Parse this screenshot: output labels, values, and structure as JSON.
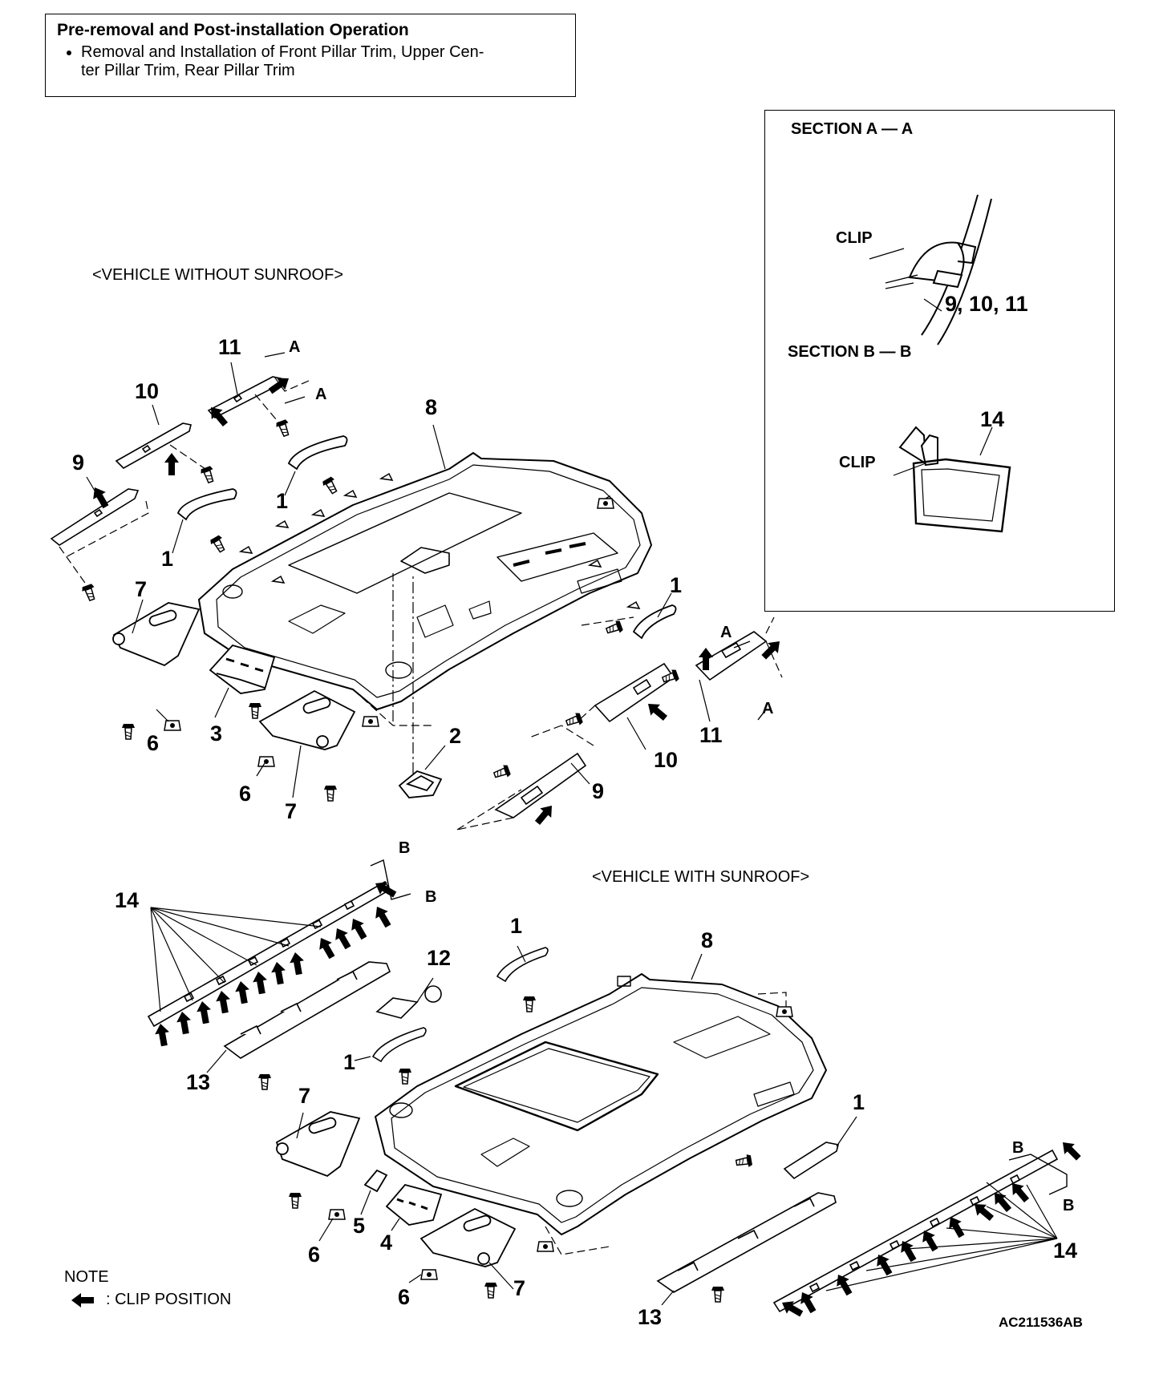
{
  "pre_removal": {
    "title": "Pre-removal and Post-installation Operation",
    "items": [
      {
        "line1": "Removal and Installation of Front Pillar Trim, Upper Cen-",
        "line2": "ter Pillar Trim, Rear Pillar Trim"
      }
    ]
  },
  "sections": {
    "a_title": "SECTION A — A",
    "a_clip": "CLIP",
    "a_parts": "9, 10, 11",
    "b_title": "SECTION B — B",
    "b_clip": "CLIP",
    "b_part": "14"
  },
  "vehicles": {
    "without_sunroof": "<VEHICLE WITHOUT SUNROOF>",
    "with_sunroof": "<VEHICLE WITH SUNROOF>"
  },
  "section_marks": {
    "a": "A",
    "b": "B"
  },
  "callouts_top": [
    "11",
    "10",
    "9",
    "8",
    "1",
    "1",
    "7",
    "3",
    "6",
    "6",
    "7",
    "2",
    "1",
    "11",
    "10",
    "9"
  ],
  "callouts_bottom": [
    "14",
    "12",
    "1",
    "8",
    "13",
    "1",
    "7",
    "1",
    "5",
    "4",
    "6",
    "6",
    "7",
    "13",
    "14"
  ],
  "note": {
    "heading": "NOTE",
    "text": ": CLIP POSITION",
    "icon": "clip-arrow-icon"
  },
  "figure_code": "AC211536AB"
}
